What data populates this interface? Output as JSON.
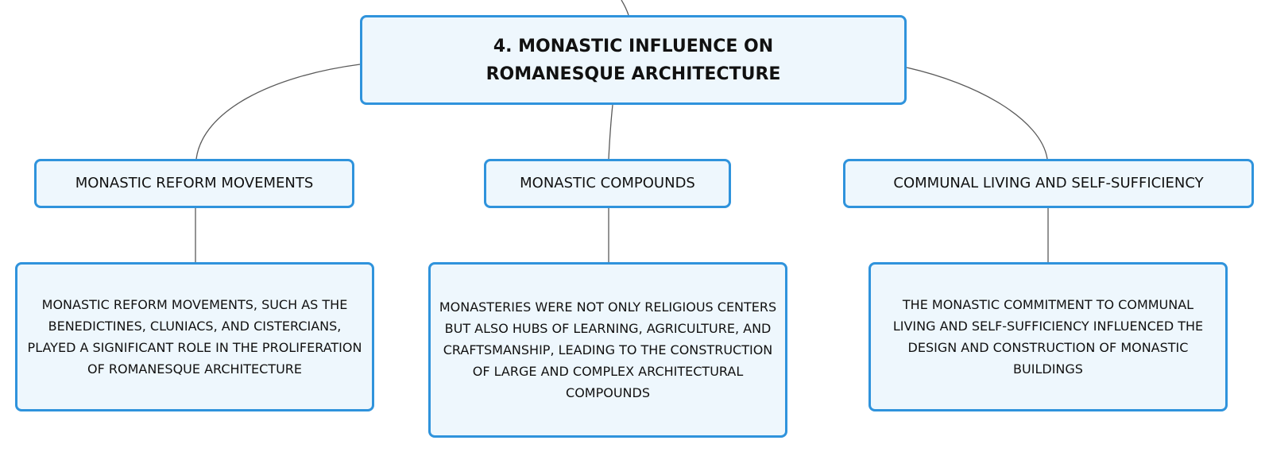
{
  "diagram": {
    "root": {
      "title": "4. MONASTIC INFLUENCE ON ROMANESQUE ARCHITECTURE"
    },
    "branches": [
      {
        "label": "MONASTIC REFORM MOVEMENTS",
        "detail": "MONASTIC REFORM MOVEMENTS, SUCH AS THE BENEDICTINES, CLUNIACS, AND CISTERCIANS, PLAYED A SIGNIFICANT ROLE IN THE PROLIFERATION OF ROMANESQUE ARCHITECTURE"
      },
      {
        "label": "MONASTIC COMPOUNDS",
        "detail": "MONASTERIES WERE NOT ONLY RELIGIOUS CENTERS BUT ALSO HUBS OF LEARNING, AGRICULTURE, AND CRAFTSMANSHIP, LEADING TO THE CONSTRUCTION OF LARGE AND COMPLEX ARCHITECTURAL COMPOUNDS"
      },
      {
        "label": "COMMUNAL LIVING AND SELF-SUFFICIENCY",
        "detail": "THE MONASTIC COMMITMENT TO COMMUNAL LIVING AND SELF-SUFFICIENCY INFLUENCED THE DESIGN AND CONSTRUCTION OF MONASTIC BUILDINGS"
      }
    ],
    "colors": {
      "node_fill": "#eef7fd",
      "node_border": "#2f93dc",
      "connector": "#5a5a5a",
      "text": "#111111"
    }
  }
}
